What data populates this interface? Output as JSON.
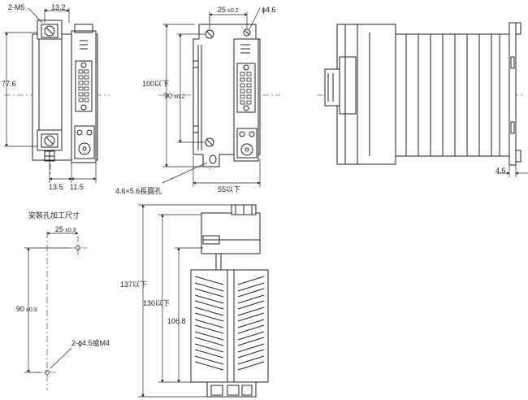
{
  "labels": {
    "tl_2m5": "2-M5",
    "tl_13_2": "13.2",
    "tl_77_6": "77.6",
    "tl_13_5": "13.5",
    "tl_11_5": "11.5",
    "tm_25": "25",
    "tm_pm02_a": "±0.2",
    "tm_phi46": "ϕ4.6",
    "tm_100": "100以下",
    "tm_90": "90",
    "tm_pm02_b": "±0.2",
    "tm_slot": "4.6×5.6長圓孔",
    "tm_55": "55以下",
    "tr_4_5": "4.5",
    "bl_title": "安裝孔加工尺寸",
    "bl_25": "25",
    "bl_pm03_a": "±0.3",
    "bl_90": "90",
    "bl_pm03_b": "±0.3",
    "bl_holes": "2-ϕ4.5或M4",
    "bm_137": "137以下",
    "bm_130": "130以下",
    "bm_106_8": "106.8"
  },
  "colors": {
    "line": "#222222",
    "fill": "#ffffff",
    "dark": "#444444",
    "axis": "#555555"
  }
}
